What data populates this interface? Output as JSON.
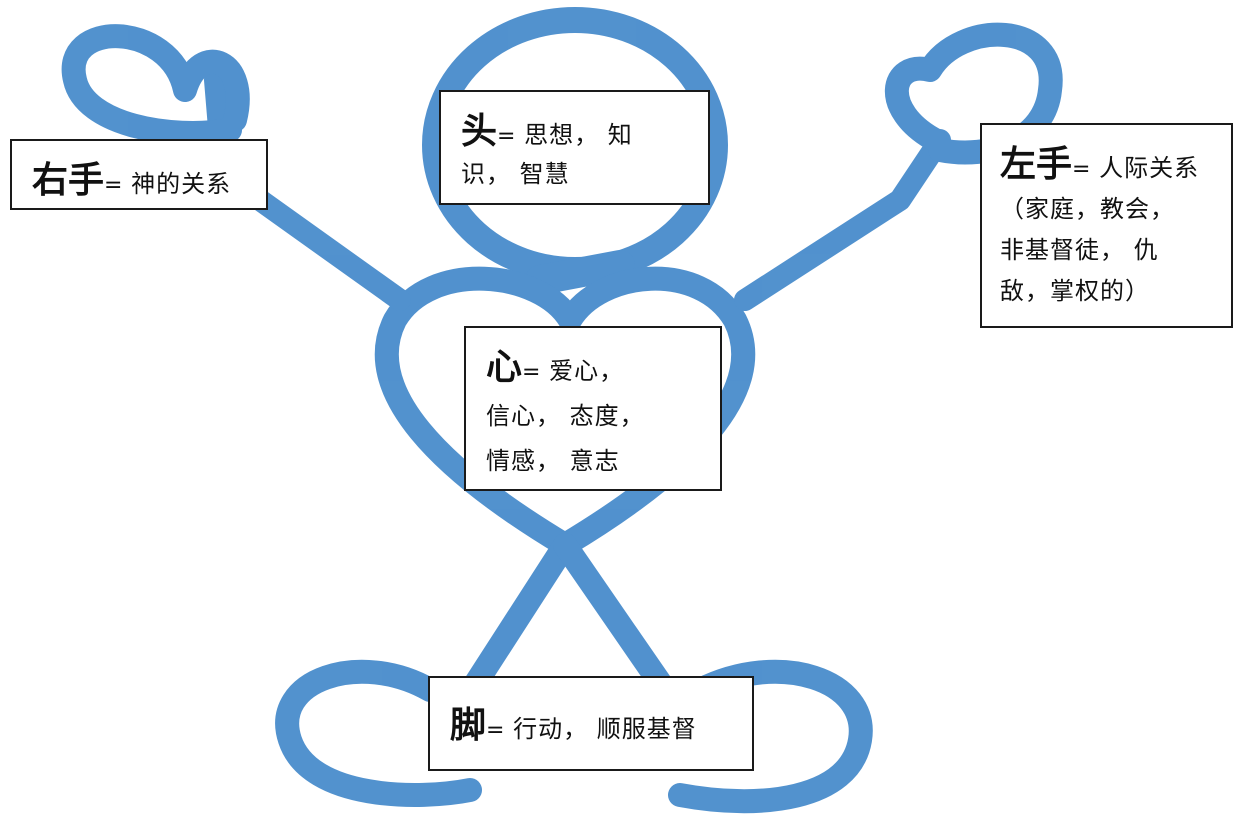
{
  "ribbon_color": "#3f86c9",
  "boxes": {
    "head": {
      "title": "头",
      "eq": "=",
      "line1": " 思想， 知",
      "line2": "识， 智慧"
    },
    "right_hand": {
      "title": "右手",
      "eq": "=",
      "line1": " 神的关系"
    },
    "left_hand": {
      "title": "左手",
      "eq": "=",
      "line1": " 人际关系",
      "line2": "（家庭，教会，",
      "line3": "非基督徒， 仇",
      "line4": "敌，掌权的）"
    },
    "heart": {
      "title": "心",
      "eq": "=",
      "line1": " 爱心，",
      "line2": "信心， 态度，",
      "line3": "情感， 意志"
    },
    "feet": {
      "title": "脚",
      "eq": "=",
      "line1": " 行动， 顺服基督"
    }
  }
}
